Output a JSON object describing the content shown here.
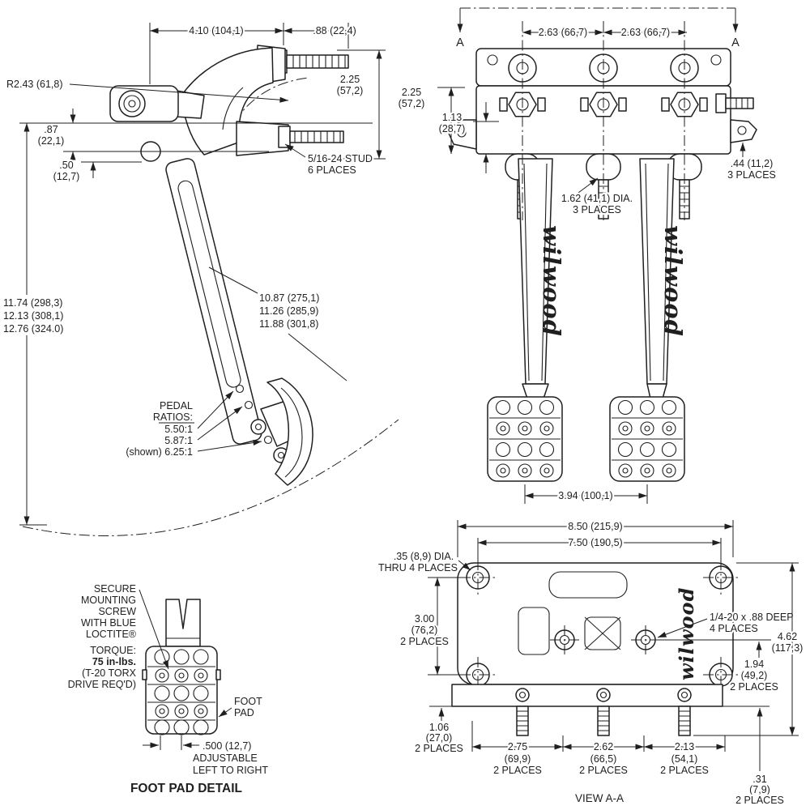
{
  "colors": {
    "ink": "#1f1f1f",
    "background": "#ffffff"
  },
  "side_view": {
    "dim_width_top": "4.10 (104,1)",
    "dim_offset_top": ".88 (22,4)",
    "dim_height_right": [
      "2.25",
      "(57,2)"
    ],
    "dim_radius": "R2.43 (61,8)",
    "dim_87": [
      ".87",
      "(22,1)"
    ],
    "dim_50": [
      ".50",
      "(12,7)"
    ],
    "stud_note": [
      "5/16-24 STUD",
      "6 PLACES"
    ],
    "overall_lengths": [
      "11.74 (298,3)",
      "12.13 (308,1)",
      "12.76 (324.0)"
    ],
    "pedal_lengths": [
      "10.87 (275,1)",
      "11.26 (285,9)",
      "11.88 (301,8)"
    ],
    "ratio_heading": [
      "PEDAL",
      "RATIOS:"
    ],
    "ratios": [
      "5.50:1",
      "5.87:1",
      "(shown) 6.25:1"
    ]
  },
  "front_view": {
    "section_label": "A",
    "dim_spacing": [
      "2.63 (66,7)",
      "2.63 (66,7)"
    ],
    "dim_height": [
      "2.25",
      "(57,2)"
    ],
    "dim_113": [
      "1.13",
      "(28,7)"
    ],
    "dim_44": [
      ".44 (11,2)",
      "3 PLACES"
    ],
    "dim_dia": [
      "1.62 (41,1) DIA.",
      "3 PLACES"
    ],
    "dim_pad_spacing": "3.94 (100,1)",
    "brand": "wilwood"
  },
  "view_aa": {
    "dim_850": "8.50 (215,9)",
    "dim_750": "7.50 (190,5)",
    "dim_dia_thru": [
      ".35 (8,9) DIA.",
      "THRU 4 PLACES"
    ],
    "dim_300": [
      "3.00",
      "(76,2)",
      "2 PLACES"
    ],
    "thread_note": [
      "1/4-20 x .88 DEEP",
      "4 PLACES"
    ],
    "dim_462": [
      "4.62",
      "(117,3)"
    ],
    "dim_194": [
      "1.94",
      "(49,2)",
      "2 PLACES"
    ],
    "dim_106": [
      "1.06",
      "(27,0)",
      "2 PLACES"
    ],
    "dim_275": [
      "2.75",
      "(69,9)",
      "2 PLACES"
    ],
    "dim_262": [
      "2.62",
      "(66,5)",
      "2 PLACES"
    ],
    "dim_213": [
      "2.13",
      "(54,1)",
      "2 PLACES"
    ],
    "dim_31": [
      ".31",
      "(7,9)",
      "2 PLACES"
    ],
    "caption": "VIEW A-A",
    "brand": "wilwood"
  },
  "footpad_detail": {
    "screw_note": [
      "SECURE",
      "MOUNTING",
      "SCREW",
      "WITH BLUE",
      "LOCTITE®"
    ],
    "torque_note": [
      "TORQUE:",
      "75 in-lbs.",
      "(T-20 TORX",
      "DRIVE REQ'D)"
    ],
    "footpad_label": [
      "FOOT",
      "PAD"
    ],
    "adjust_note": [
      ".500 (12,7)",
      "ADJUSTABLE",
      "LEFT TO RIGHT"
    ],
    "caption": "FOOT PAD DETAIL"
  }
}
